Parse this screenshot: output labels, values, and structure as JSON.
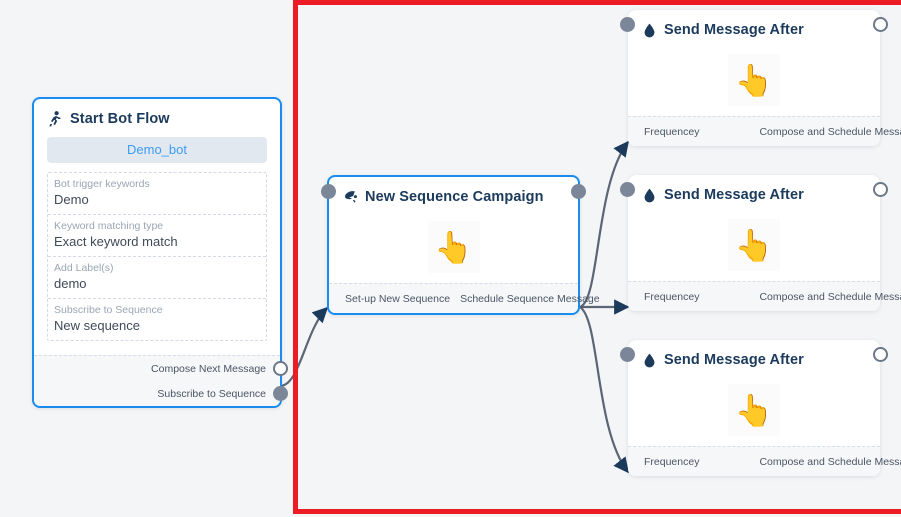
{
  "canvas": {
    "background_color": "#f4f5f7",
    "annotation": {
      "name": "red-highlight-rectangle",
      "color": "#ed1c24"
    }
  },
  "nodes": {
    "start_bot_flow": {
      "title": "Start Bot Flow",
      "icon": "running-person-icon",
      "bot_chip": "Demo_bot",
      "fields": [
        {
          "label": "Bot trigger keywords",
          "value": "Demo"
        },
        {
          "label": "Keyword matching type",
          "value": "Exact keyword match"
        },
        {
          "label": "Add Label(s)",
          "value": "demo"
        },
        {
          "label": "Subscribe to Sequence",
          "value": "New sequence"
        }
      ],
      "outputs": [
        {
          "label": "Compose Next Message",
          "state": "unconnected"
        },
        {
          "label": "Subscribe to Sequence",
          "state": "connected"
        }
      ]
    },
    "new_sequence_campaign": {
      "title": "New Sequence Campaign",
      "icon": "megaphone-icon",
      "cursor_icon": "hand-pointer-icon",
      "input_label": "Set-up New Sequence",
      "output_label": "Schedule Sequence Message"
    },
    "send_message_cards": [
      {
        "title": "Send Message After",
        "icon": "water-drop-icon",
        "cursor_icon": "hand-pointer-icon",
        "input_label": "Frequencey",
        "output_label": "Compose and Schedule Message"
      },
      {
        "title": "Send Message After",
        "icon": "water-drop-icon",
        "cursor_icon": "hand-pointer-icon",
        "input_label": "Frequencey",
        "output_label": "Compose and Schedule Message"
      },
      {
        "title": "Send Message After",
        "icon": "water-drop-icon",
        "cursor_icon": "hand-pointer-icon",
        "input_label": "Frequencey",
        "output_label": "Compose and Schedule Message"
      }
    ]
  },
  "colors": {
    "node_border_selected": "#1a8cf0",
    "title_text": "#1b3a5c",
    "edge": "#5a6575",
    "port_filled": "#7b8798",
    "chip_background": "#e2e8ef",
    "chip_text": "#3b9cf5"
  }
}
